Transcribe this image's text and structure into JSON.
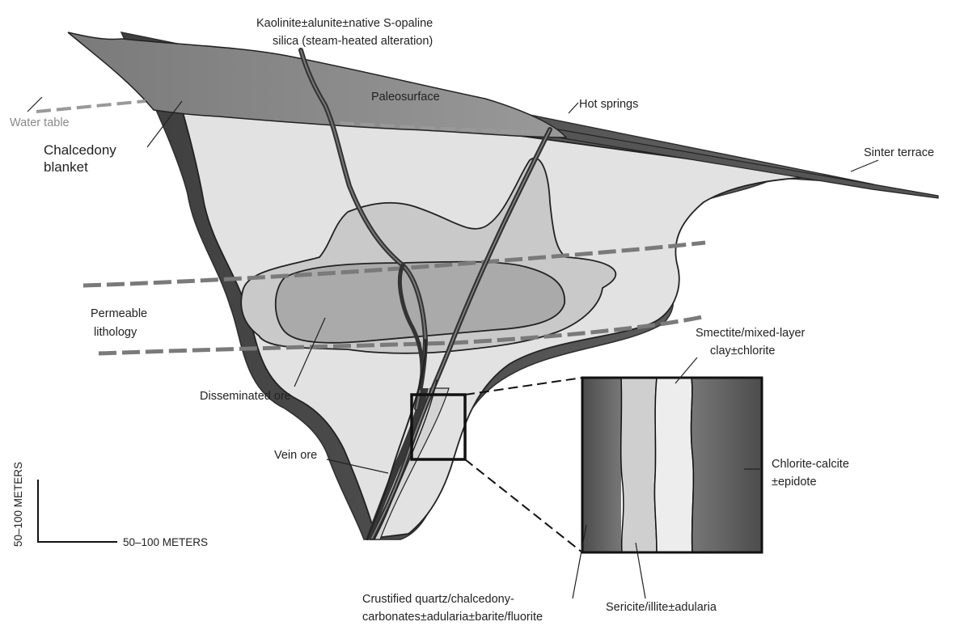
{
  "labels": {
    "steam_heated": [
      "Kaolinite±alunite±native S-opaline",
      "silica (steam-heated alteration)"
    ],
    "paleosurface": "Paleosurface",
    "hot_springs": "Hot springs",
    "water_table": "Water table",
    "chalcedony_blanket": [
      "Chalcedony",
      "blanket"
    ],
    "sinter_terrace": "Sinter terrace",
    "permeable_lithology": [
      "Permeable",
      "lithology"
    ],
    "disseminated_ore": "Disseminated ore",
    "vein_ore": "Vein ore",
    "smectite": [
      "Smectite/mixed-layer",
      "clay±chlorite"
    ],
    "chlorite_calcite": [
      "Chlorite-calcite",
      "±epidote"
    ],
    "crustified_quartz": [
      "Crustified quartz/chalcedony-",
      "carbonates±adularia±barite/fluorite"
    ],
    "sericite": "Sericite/illite±adularia"
  },
  "scale_bar": {
    "vertical": "50–100 METERS",
    "horizontal": "50–100 METERS"
  },
  "colors": {
    "outer_rim": "#6e6e6e",
    "light_fill": "#e2e2e2",
    "medium_fill": "#c6c6c6",
    "core_fill": "#a8a8a8",
    "dark_band": "#4a4a4a",
    "vein_dark": "#353535"
  }
}
